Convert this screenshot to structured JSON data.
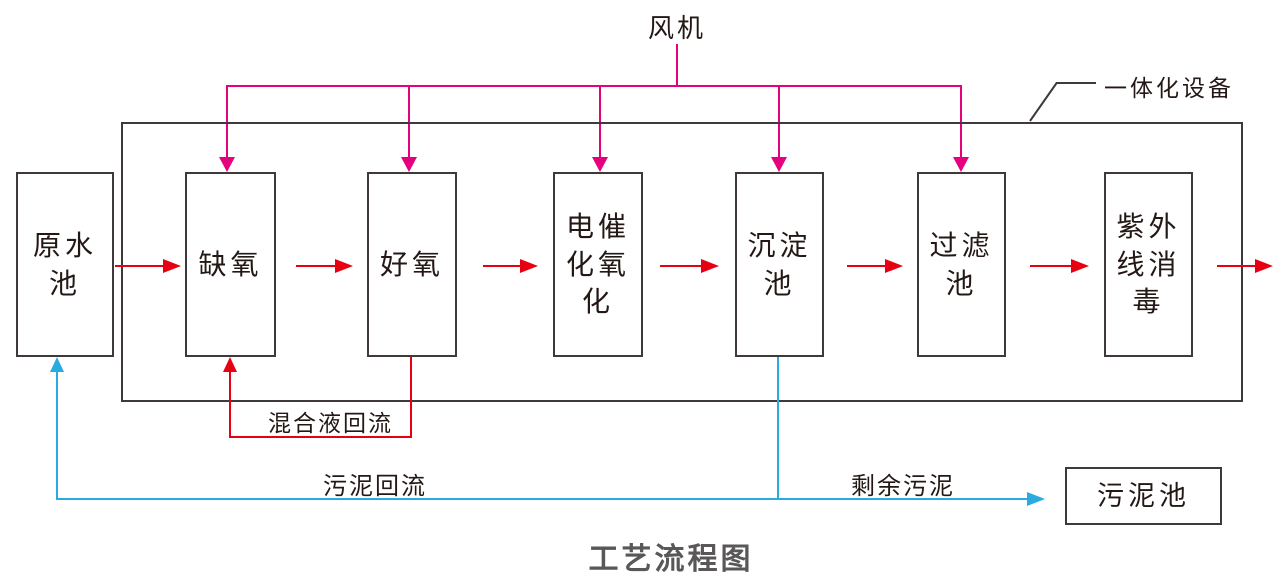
{
  "title": "工艺流程图",
  "fan": {
    "label": "风机"
  },
  "container_label": "一体化设备",
  "process_boxes": [
    {
      "id": "raw-water-pool",
      "label": "原水\n池"
    },
    {
      "id": "anoxic",
      "label": "缺氧"
    },
    {
      "id": "aerobic",
      "label": "好氧"
    },
    {
      "id": "electrocatalytic-oxidation",
      "label": "电催\n化氧\n化"
    },
    {
      "id": "sedimentation-pool",
      "label": "沉淀\n池"
    },
    {
      "id": "filtration-pool",
      "label": "过滤\n池"
    },
    {
      "id": "uv-disinfection",
      "label": "紫外\n线消\n毒"
    }
  ],
  "sludge_pool": {
    "label": "污泥池"
  },
  "flow_labels": {
    "mixed_liquor_return": "混合液回流",
    "sludge_return": "污泥回流",
    "excess_sludge": "剩余污泥"
  },
  "colors": {
    "magenta": "#e5007d",
    "red": "#e60012",
    "blue": "#29abe2",
    "line": "#3f3a39",
    "text": "#231815",
    "title": "#595757"
  }
}
